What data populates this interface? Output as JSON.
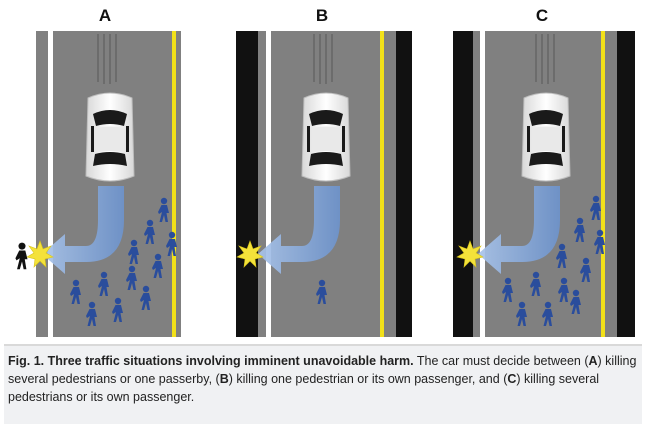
{
  "panels": [
    {
      "id": "A"
    },
    {
      "id": "B"
    },
    {
      "id": "C"
    }
  ],
  "caption": {
    "fig_label": "Fig. 1. Three traffic situations involving imminent unavoidable harm.",
    "text_1": " The car must decide between (",
    "a": "A",
    "text_2": ") killing several pedestrians or one passerby, (",
    "b": "B",
    "text_3": ") killing one pedestrian or its own passenger, and (",
    "c": "C",
    "text_4": ") killing several pedestrians or its own passenger."
  },
  "colors": {
    "road": "#808080",
    "lane_white": "#ffffff",
    "lane_yellow": "#f2e11a",
    "barrier": "#111111",
    "pedestrian": "#2a4d9c",
    "arrow": "#7fa6d9",
    "impact": "#f4e23a",
    "caption_bg": "#f0f1f3"
  }
}
